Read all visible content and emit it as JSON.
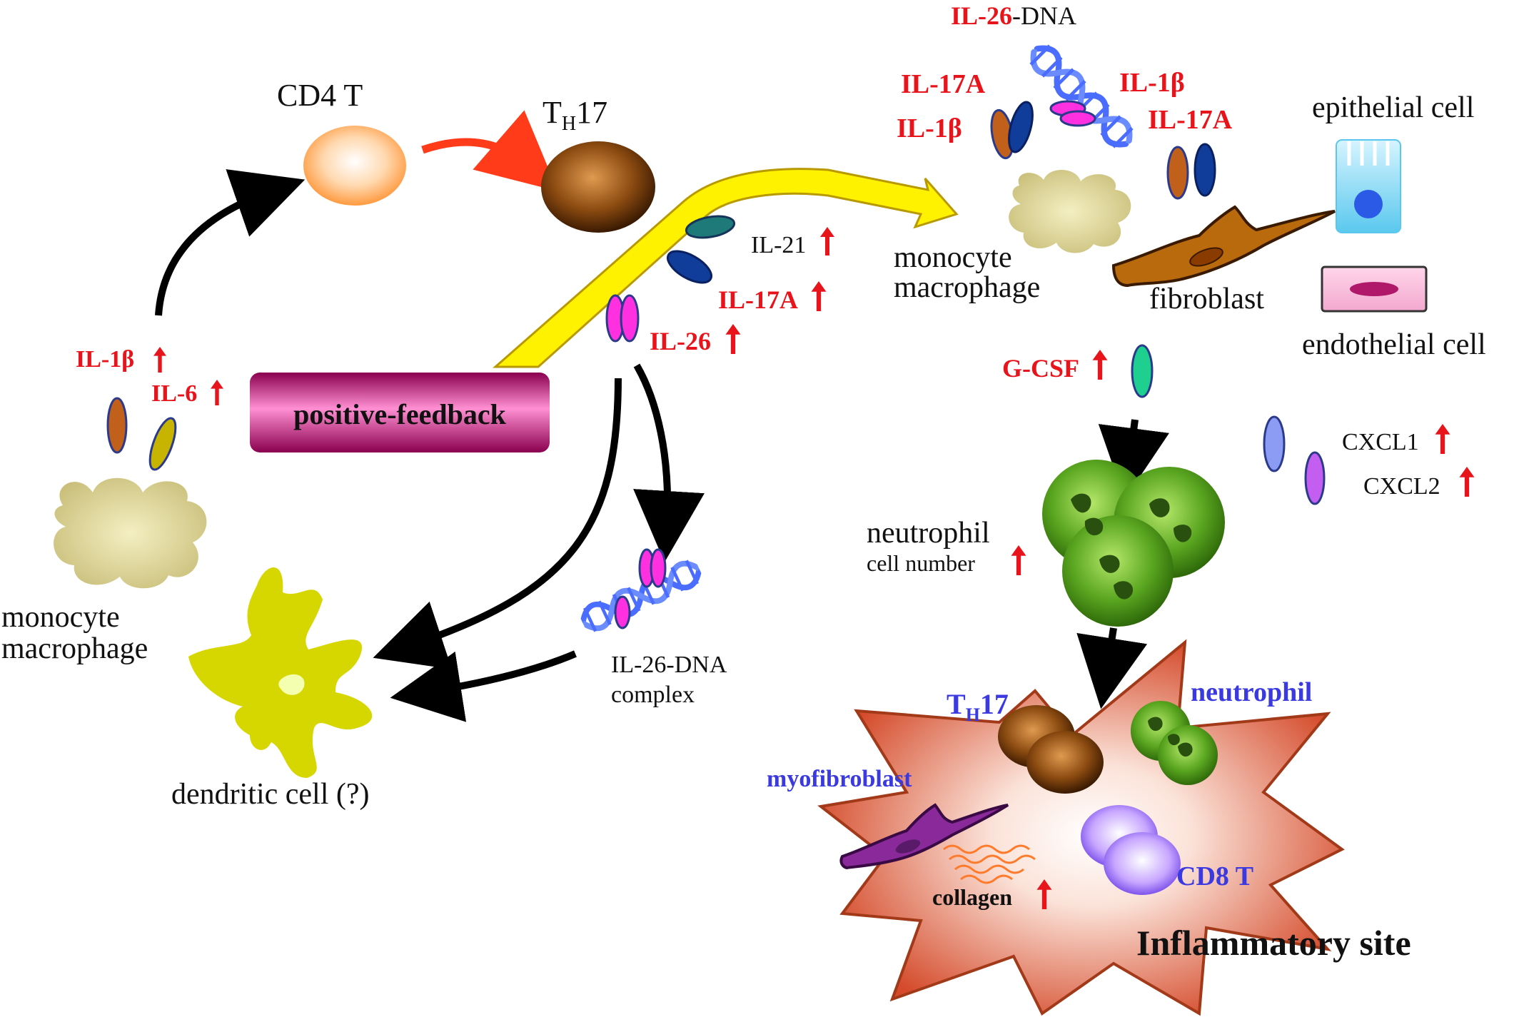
{
  "labels": {
    "cd4t": "CD4 T",
    "th17_top_main": "T",
    "th17_top_sub": "H",
    "th17_top_num": "17",
    "il1b_left": "IL-1β",
    "il6_left": "IL-6",
    "mono_left_1": "monocyte",
    "mono_left_2": "macrophage",
    "positive_feedback": "positive-feedback",
    "il21": "IL-21",
    "il17a_mid": "IL-17A",
    "il26_mid": "IL-26",
    "il26dna_complex_1": "IL-26-DNA",
    "il26dna_complex_2": "complex",
    "dendritic": "dendritic cell (?)",
    "il26_top_red": "IL-26",
    "il26_top_black": "-DNA",
    "il17a_topleft": "IL-17A",
    "il1b_topleft": "IL-1β",
    "il1b_topright": "IL-1β",
    "il17a_topright": "IL-17A",
    "mono_right_1": "monocyte",
    "mono_right_2": "macrophage",
    "fibroblast": "fibroblast",
    "epithelial": "epithelial cell",
    "endothelial": "endothelial cell",
    "gcsf": "G-CSF",
    "cxcl1": "CXCL1",
    "cxcl2": "CXCL2",
    "neutrophil_1": "neutrophil",
    "neutrophil_2": "cell number",
    "site_th17_main": "T",
    "site_th17_sub": "H",
    "site_th17_num": "17",
    "site_neutrophil": "neutrophil",
    "site_myofibroblast": "myofibroblast",
    "site_collagen": "collagen",
    "site_cd8t": "CD8 T",
    "inflammatory_site": "Inflammatory site"
  },
  "colors": {
    "red_text": "#e8141c",
    "blue_text": "#3a3ae0",
    "yellow_arrow": "#fff200",
    "magenta_box": "#c4007a",
    "neutrophil_green": "#5aa620",
    "th17_brown": "#8a4a10"
  },
  "icons": {
    "up_arrow": "red-up-arrow-icon",
    "cytokine": "ellipse-cytokine-icon",
    "dna": "dna-helix-icon"
  }
}
